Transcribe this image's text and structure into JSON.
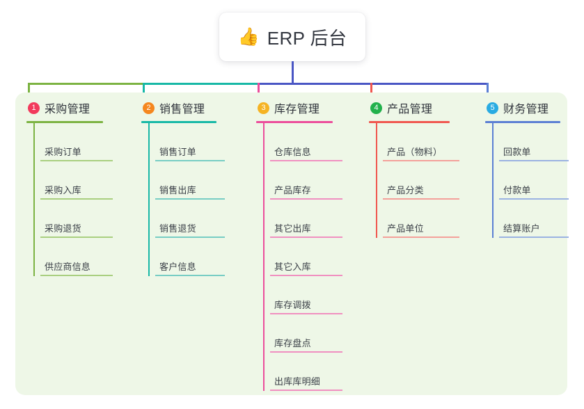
{
  "root": {
    "icon": "thumbs-up-icon",
    "emoji": "👍",
    "title": "ERP 后台"
  },
  "palette": {
    "panel_bg": "#eef7e7",
    "page_bg": "#ffffff",
    "root_text": "#32363f",
    "trunk": "#4a56c4",
    "col1": "#7cb342",
    "col2": "#17b8a6",
    "col3": "#ec4d9b",
    "col4": "#f0574f",
    "col5": "#5b7fd4",
    "badge1": "#f23a5c",
    "badge2": "#f5871f",
    "badge3": "#f5b323",
    "badge4": "#22b14c",
    "badge5": "#29abe2"
  },
  "columns": [
    {
      "number": "1",
      "title": "采购管理",
      "color": "#7cb342",
      "leaf_color": "#a9cf7f",
      "badge_color": "#f23a5c",
      "children": [
        {
          "label": "采购订单"
        },
        {
          "label": "采购入库"
        },
        {
          "label": "采购退货"
        },
        {
          "label": "供应商信息"
        }
      ]
    },
    {
      "number": "2",
      "title": "销售管理",
      "color": "#17b8a6",
      "leaf_color": "#77cdc4",
      "badge_color": "#f5871f",
      "children": [
        {
          "label": "销售订单"
        },
        {
          "label": "销售出库"
        },
        {
          "label": "销售退货"
        },
        {
          "label": "客户信息"
        }
      ]
    },
    {
      "number": "3",
      "title": "库存管理",
      "color": "#ec4d9b",
      "leaf_color": "#f08fc0",
      "badge_color": "#f5b323",
      "children": [
        {
          "label": "仓库信息"
        },
        {
          "label": "产品库存"
        },
        {
          "label": "其它出库"
        },
        {
          "label": "其它入库"
        },
        {
          "label": "库存调拨"
        },
        {
          "label": "库存盘点"
        },
        {
          "label": "出库库明细"
        }
      ]
    },
    {
      "number": "4",
      "title": "产品管理",
      "color": "#f0574f",
      "leaf_color": "#f4a09a",
      "badge_color": "#22b14c",
      "children": [
        {
          "label": "产品（物料）"
        },
        {
          "label": "产品分类"
        },
        {
          "label": "产品单位"
        }
      ]
    },
    {
      "number": "5",
      "title": "财务管理",
      "color": "#5b7fd4",
      "leaf_color": "#9ab2e2",
      "badge_color": "#29abe2",
      "children": [
        {
          "label": "回款单"
        },
        {
          "label": "付款单"
        },
        {
          "label": "结算账户"
        }
      ]
    }
  ]
}
